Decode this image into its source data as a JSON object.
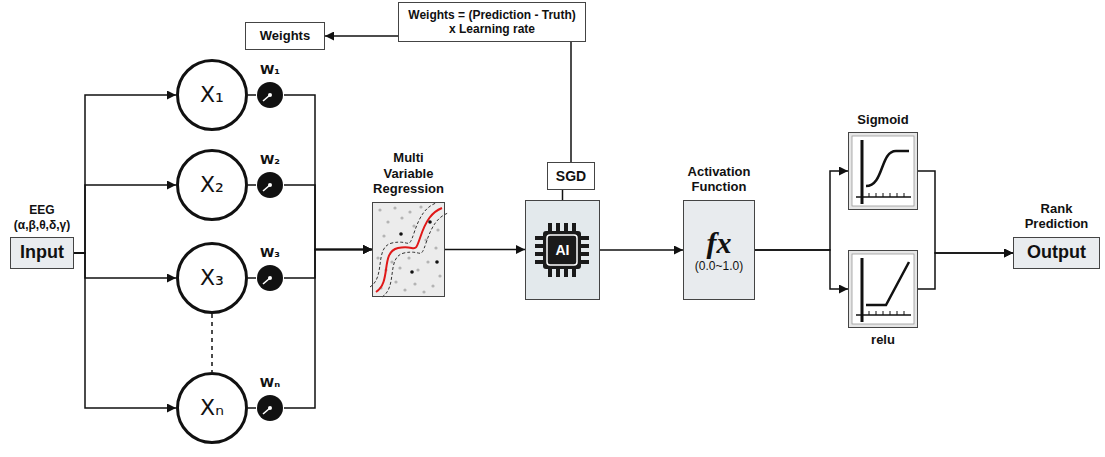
{
  "diagram": {
    "nodes": [
      {
        "text": [
          "Weights"
        ]
      },
      {
        "text": [
          "Weights = (Prediction - Truth) x Learning rate"
        ]
      },
      {
        "text": [
          "EEG (α,β,θ,δ,γ)",
          "Input"
        ]
      },
      {
        "text": [
          "X₁"
        ]
      },
      {
        "text": [
          "W₁"
        ]
      },
      {
        "text": [
          "X₂"
        ]
      },
      {
        "text": [
          "W₂"
        ]
      },
      {
        "text": [
          "X₃"
        ]
      },
      {
        "text": [
          "W₃"
        ]
      },
      {
        "text": [
          "Xₙ"
        ]
      },
      {
        "text": [
          "Wₙ"
        ]
      },
      {
        "text": [
          "Multi Variable Regression"
        ]
      },
      {
        "text": [
          "SGD"
        ]
      },
      {
        "text": [
          "AI"
        ]
      },
      {
        "text": [
          "Activation Function",
          "fx",
          "(0.0~1.0)"
        ]
      },
      {
        "text": [
          "Sigmoid"
        ]
      },
      {
        "text": [
          "relu"
        ]
      },
      {
        "text": [
          "Rank Prediction",
          "Output"
        ]
      }
    ],
    "edges": [
      {
        "from": 1,
        "to": 0,
        "arrow": "to"
      },
      {
        "from": 1,
        "to": 12,
        "arrow": "none"
      },
      {
        "from": 12,
        "to": 13,
        "arrow": "none"
      },
      {
        "from": 2,
        "to": 3,
        "arrow": "to"
      },
      {
        "from": 2,
        "to": 5,
        "arrow": "to"
      },
      {
        "from": 2,
        "to": 7,
        "arrow": "to"
      },
      {
        "from": 2,
        "to": 9,
        "arrow": "to"
      },
      {
        "from": 7,
        "to": 9,
        "arrow": "none"
      },
      {
        "from": 3,
        "to": 4,
        "arrow": "none"
      },
      {
        "from": 5,
        "to": 6,
        "arrow": "none"
      },
      {
        "from": 7,
        "to": 8,
        "arrow": "none"
      },
      {
        "from": 9,
        "to": 10,
        "arrow": "none"
      },
      {
        "from": 4,
        "to": 11,
        "arrow": "to"
      },
      {
        "from": 6,
        "to": 11,
        "arrow": "to"
      },
      {
        "from": 8,
        "to": 11,
        "arrow": "to"
      },
      {
        "from": 10,
        "to": 11,
        "arrow": "to"
      },
      {
        "from": 11,
        "to": 13,
        "arrow": "to"
      },
      {
        "from": 13,
        "to": 14,
        "arrow": "to"
      },
      {
        "from": 14,
        "to": 15,
        "arrow": "to"
      },
      {
        "from": 14,
        "to": 16,
        "arrow": "to"
      },
      {
        "from": 15,
        "to": 17,
        "arrow": "to"
      },
      {
        "from": 16,
        "to": 17,
        "arrow": "to"
      }
    ]
  }
}
